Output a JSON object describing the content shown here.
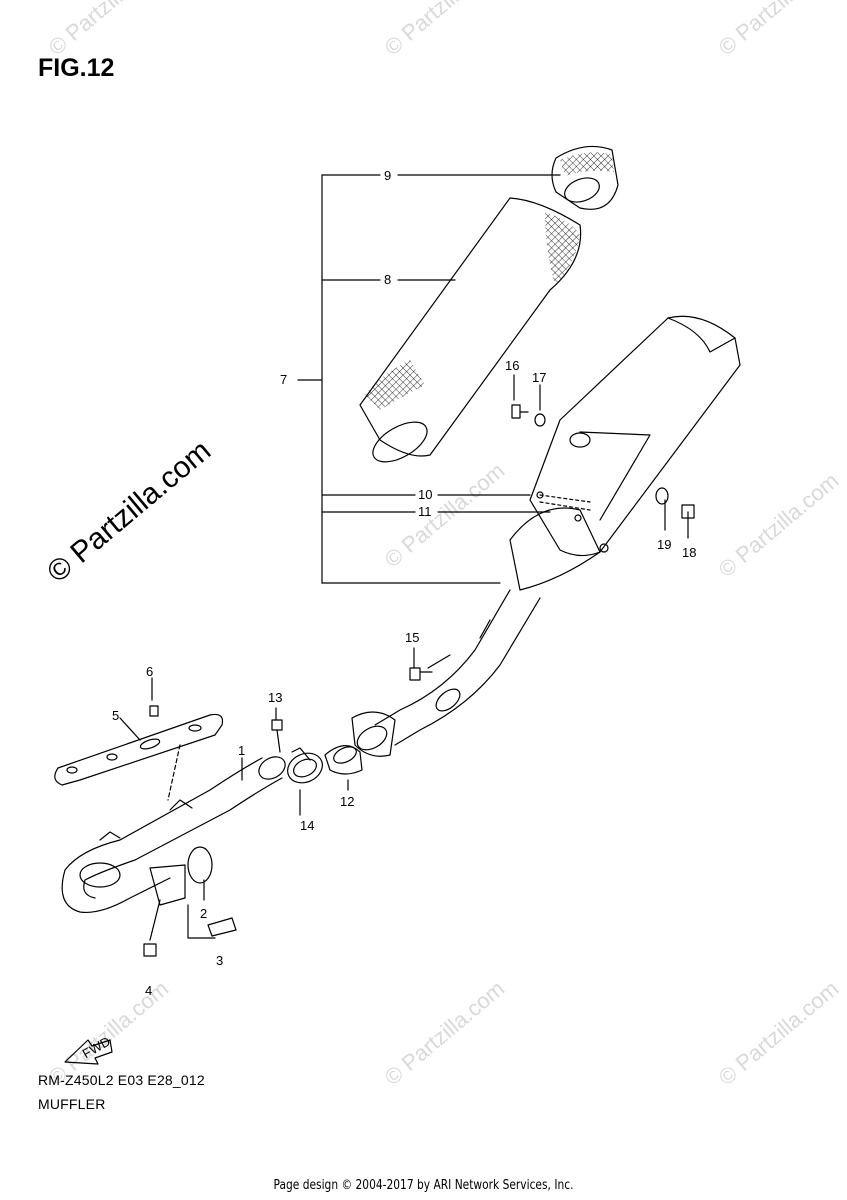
{
  "figure": {
    "title": "FIG.12"
  },
  "diagram_code": "RM-Z450L2 E03 E28_012",
  "diagram_name": "MUFFLER",
  "footer": "Page design © 2004-2017 by ARI Network Services, Inc.",
  "watermark": {
    "small": "© Partzilla.com",
    "large": "© Partzilla.com"
  },
  "fwd_arrow": {
    "label": "FWD"
  },
  "callouts": [
    {
      "num": "1"
    },
    {
      "num": "2"
    },
    {
      "num": "3"
    },
    {
      "num": "4"
    },
    {
      "num": "5"
    },
    {
      "num": "6"
    },
    {
      "num": "7"
    },
    {
      "num": "8"
    },
    {
      "num": "9"
    },
    {
      "num": "10"
    },
    {
      "num": "11"
    },
    {
      "num": "12"
    },
    {
      "num": "13"
    },
    {
      "num": "14"
    },
    {
      "num": "15"
    },
    {
      "num": "16"
    },
    {
      "num": "17"
    },
    {
      "num": "18"
    },
    {
      "num": "19"
    }
  ]
}
